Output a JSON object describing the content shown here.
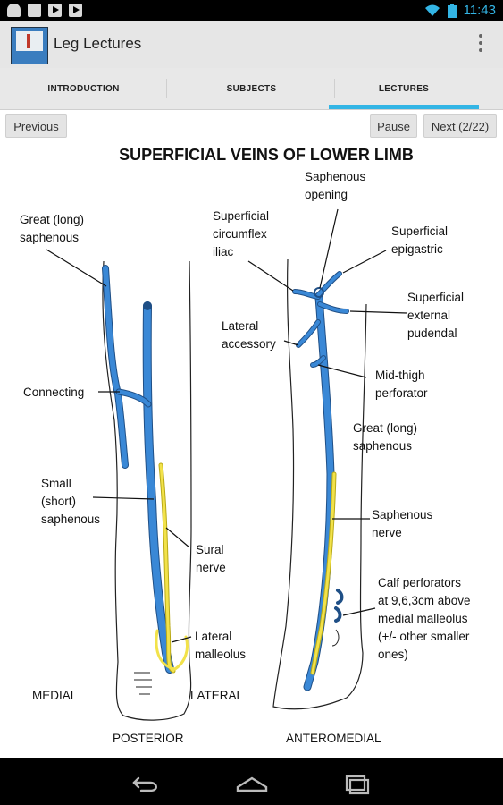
{
  "status_bar": {
    "time": "11:43"
  },
  "action_bar": {
    "title": "Leg Lectures"
  },
  "tabs": [
    {
      "label": "INTRODUCTION",
      "active": false
    },
    {
      "label": "SUBJECTS",
      "active": false
    },
    {
      "label": "LECTURES",
      "active": true
    }
  ],
  "controls": {
    "previous": "Previous",
    "pause": "Pause",
    "next": "Next (2/22)"
  },
  "colors": {
    "vein": "#3a88d6",
    "nerve": "#f2e24a",
    "accent": "#33b5e5"
  },
  "figure": {
    "title": "SUPERFICIAL VEINS OF LOWER LIMB",
    "posterior": {
      "caption": "POSTERIOR",
      "side_left": "MEDIAL",
      "side_right": "LATERAL",
      "labels": {
        "great_saphenous": [
          "Great (long)",
          "saphenous"
        ],
        "connecting": [
          "Connecting"
        ],
        "small_saphenous": [
          "Small",
          "(short)",
          "saphenous"
        ],
        "sural_nerve": [
          "Sural",
          "nerve"
        ],
        "lateral_malleolus": [
          "Lateral",
          "malleolus"
        ]
      }
    },
    "anteromedial": {
      "caption": "ANTEROMEDIAL",
      "labels": {
        "saphenous_opening": [
          "Saphenous",
          "opening"
        ],
        "superficial_circumflex_iliac": [
          "Superficial",
          "circumflex",
          "iliac"
        ],
        "superficial_epigastric": [
          "Superficial",
          "epigastric"
        ],
        "superficial_external_pudendal": [
          "Superficial",
          "external",
          "pudendal"
        ],
        "lateral_accessory": [
          "Lateral",
          "accessory"
        ],
        "mid_thigh_perforator": [
          "Mid-thigh",
          "perforator"
        ],
        "great_saphenous": [
          "Great (long)",
          "saphenous"
        ],
        "saphenous_nerve": [
          "Saphenous",
          "nerve"
        ],
        "calf_perforators": [
          "Calf perforators",
          "at 9,6,3cm above",
          "medial malleolus",
          "(+/- other smaller",
          "ones)"
        ]
      }
    }
  }
}
